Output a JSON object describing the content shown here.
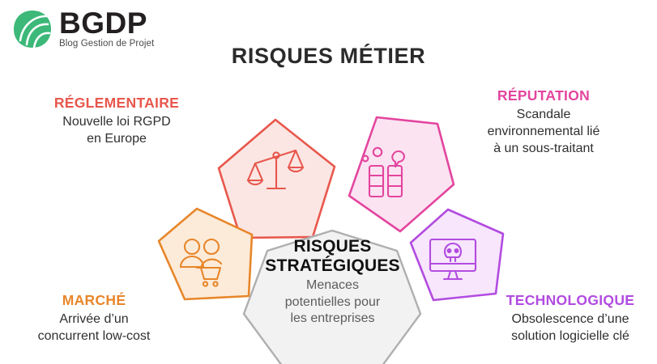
{
  "logo": {
    "name": "BGDP",
    "tagline": "Blog Gestion de Projet",
    "mark_icon": "green-leaf-icon",
    "mark_color": "#3CB878"
  },
  "header": {
    "title": "RISQUES MÉTIER",
    "title_color": "#2b2b2b"
  },
  "center": {
    "title_line1": "RISQUES",
    "title_line2": "STRATÉGIQUES",
    "subtitle_line1": "Menaces",
    "subtitle_line2": "potentielles pour",
    "subtitle_line3": "les entreprises",
    "fill": "#F2F2F2",
    "stroke": "#AFAFAF",
    "shape": "heptagon"
  },
  "risks": [
    {
      "key": "reglementaire",
      "title": "RÉGLEMENTAIRE",
      "desc_line1": "Nouvelle loi RGPD",
      "desc_line2": "en Europe",
      "icon": "balance-scales-icon",
      "color": "#E8574C",
      "fill": "#FBE6E3",
      "shape": "pentagon"
    },
    {
      "key": "reputation",
      "title": "RÉPUTATION",
      "desc_line1": "Scandale",
      "desc_line2": "environnemental lié",
      "desc_line3": "à un sous-traitant",
      "icon": "factory-smokestack-icon",
      "color": "#E3459E",
      "fill": "#FBE3F2",
      "shape": "pentagon"
    },
    {
      "key": "marche",
      "title": "MARCHÉ",
      "desc_line1": "Arrivée d’un",
      "desc_line2": "concurrent low-cost",
      "icon": "customers-shopping-cart-icon",
      "color": "#E8862A",
      "fill": "#FCEBD8",
      "shape": "pentagon"
    },
    {
      "key": "technologique",
      "title": "TECHNOLOGIQUE",
      "desc_line1": "Obsolescence d’une",
      "desc_line2": "solution logicielle clé",
      "icon": "monitor-skull-icon",
      "color": "#B24BE0",
      "fill": "#F7E6FC",
      "shape": "pentagon"
    }
  ]
}
